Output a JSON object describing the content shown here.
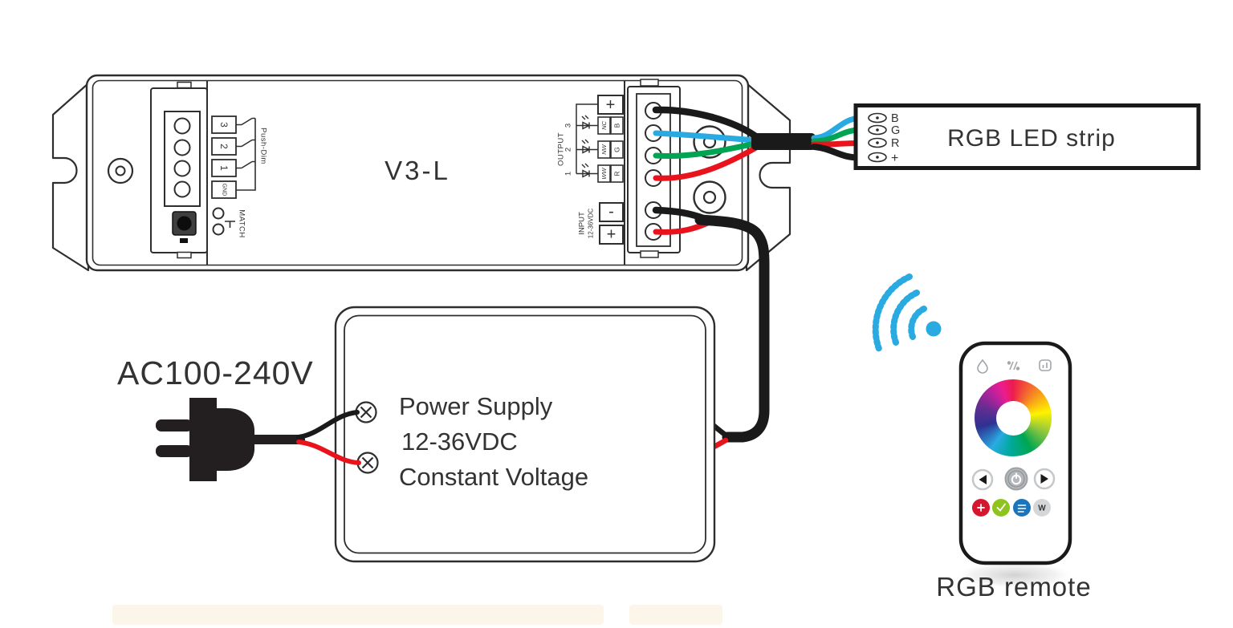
{
  "palette": {
    "ink": "#1a1a1a",
    "blue": "#29abe2",
    "green": "#00a452",
    "red": "#e8131d",
    "wifi": "#29abe2",
    "btn_red": "#d6152f",
    "btn_green": "#8ec41d",
    "btn_blue": "#1b75bc",
    "btn_white": "#d4d6d7"
  },
  "controller": {
    "model": "V3-L",
    "dim_block": {
      "terminals": [
        "3",
        "2",
        "1",
        "GND"
      ],
      "push_dim_label": "Push-Dim",
      "match_label": "MATCH"
    },
    "output": {
      "label": "OUTPUT",
      "plus": "+",
      "channels": [
        "3",
        "2",
        "1"
      ],
      "types": [
        "NC",
        "NW",
        "WW"
      ],
      "colors": [
        "B",
        "G",
        "R"
      ]
    },
    "input": {
      "label": "INPUT",
      "voltage": "12-36VDC",
      "minus": "-",
      "plus": "+"
    }
  },
  "led_strip": {
    "title": "RGB LED strip",
    "pads": [
      "B",
      "G",
      "R",
      "+"
    ]
  },
  "power_supply": {
    "ac_label": "AC100-240V",
    "line1": "Power Supply",
    "line2": "12-36VDC",
    "line3": "Constant Voltage"
  },
  "remote": {
    "title": "RGB remote",
    "white_button_label": "W"
  }
}
